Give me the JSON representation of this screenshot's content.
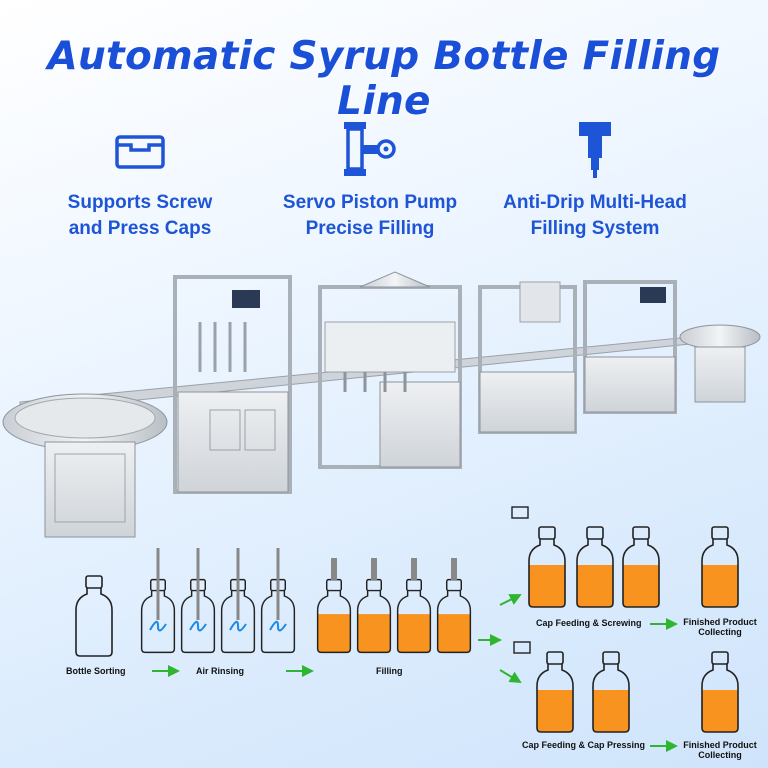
{
  "title": "Automatic Syrup Bottle Filling Line",
  "features": [
    {
      "icon": "cap-box-icon",
      "line1": "Supports Screw",
      "line2": "and Press Caps"
    },
    {
      "icon": "piston-pump-icon",
      "line1": "Servo Piston Pump",
      "line2": "Precise Filling"
    },
    {
      "icon": "filling-nozzle-icon",
      "line1": "Anti-Drip Multi-Head",
      "line2": "Filling System"
    }
  ],
  "steps": {
    "sorting": "Bottle Sorting",
    "rinsing": "Air Rinsing",
    "filling": "Filling",
    "cap_screw": "Cap Feeding & Screwing",
    "finished_top": "Finished Product Collecting",
    "cap_press": "Cap Feeding & Cap Pressing",
    "finished_bottom": "Finished Product Collecting"
  },
  "colors": {
    "title_blue": "#1a4fd8",
    "liquid_orange": "#f7931e",
    "arrow_green": "#2fb52f",
    "machine_steel": "#d9dde2"
  }
}
